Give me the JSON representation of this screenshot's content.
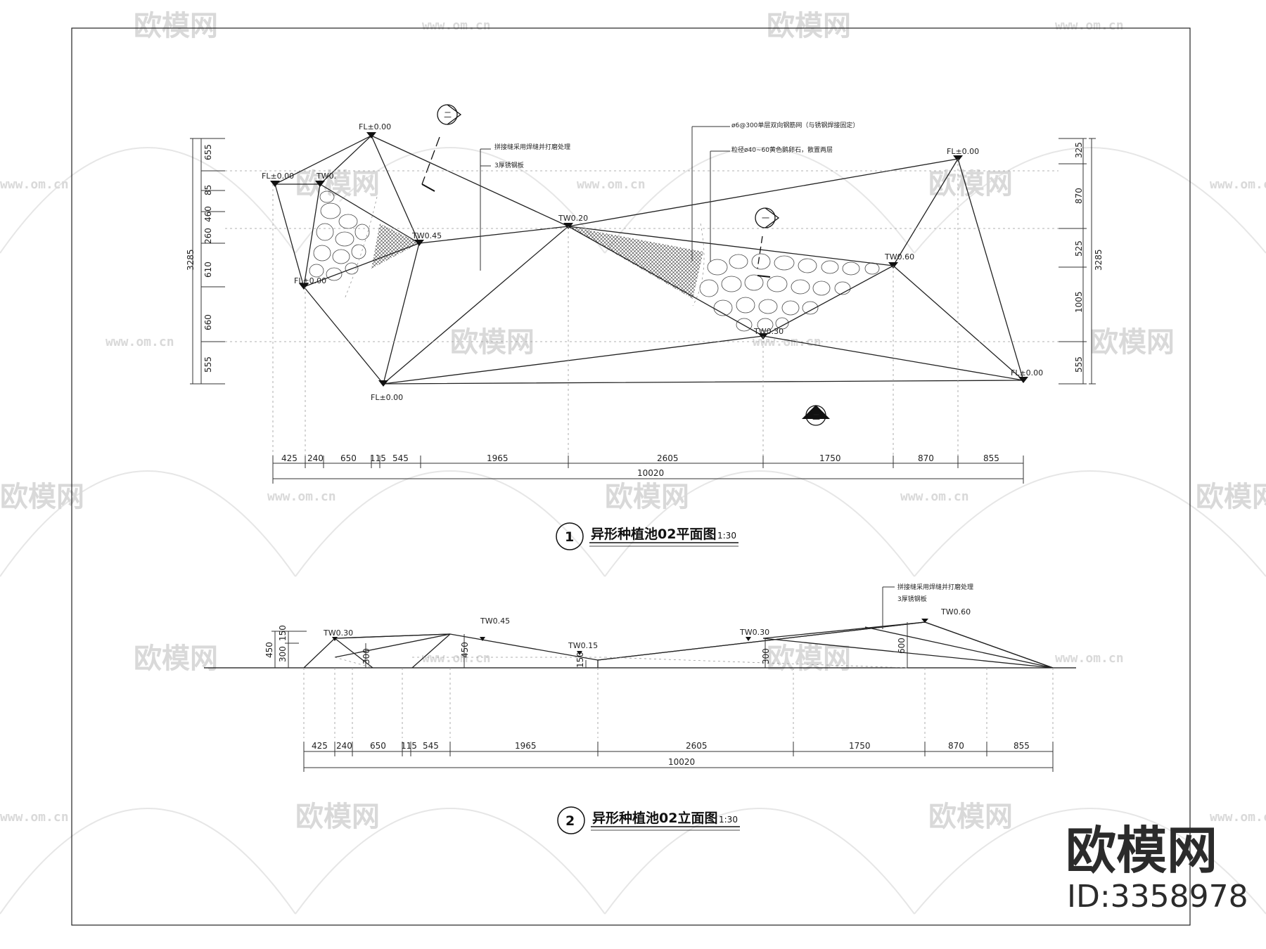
{
  "watermark": {
    "brand": "欧模网",
    "url": "www.om.cn"
  },
  "plan": {
    "level_labels": {
      "fl_top": "FL±0.00",
      "fl_left": "FL±0.00",
      "fl_left2": "FL±0.00",
      "fl_bottom": "FL±0.00",
      "fl_right_top": "FL±0.00",
      "fl_right_bottom": "FL±0.00",
      "two_045": "TW0.45",
      "two_020": "TW0.20",
      "two_060": "TW0.60",
      "two_030": "TW0.30",
      "two_small": "TW0."
    },
    "notes": {
      "left_1": "拼接缝采用焊缝并打磨处理",
      "left_2": "3厚锈钢板",
      "right_1": "ø6@300单层双向钢筋网（与锈钢焊接固定）",
      "right_2": "粒径ø40~60黄色鹅卵石，散置两层"
    },
    "section_tags": {
      "a": "二",
      "b": "一"
    },
    "left_dims": [
      "655",
      "85",
      "460",
      "260",
      "610",
      "660",
      "555"
    ],
    "left_total": "3285",
    "right_dims": [
      "325",
      "870",
      "525",
      "1005",
      "555"
    ],
    "right_total": "3285",
    "bottom_dims": [
      "425",
      "240",
      "650",
      "115",
      "545",
      "1965",
      "2605",
      "1750",
      "870",
      "855"
    ],
    "bottom_total": "10020"
  },
  "elevation": {
    "labels": {
      "two_030a": "TW0.30",
      "two_045": "TW0.45",
      "two_015": "TW0.15",
      "two_030b": "TW0.30",
      "two_060": "TW0.60"
    },
    "notes": {
      "n1": "拼接缝采用焊缝并打磨处理",
      "n2": "3厚锈钢板"
    },
    "height_dims": [
      "450",
      "300",
      "150",
      "300",
      "450",
      "150",
      "300",
      "600"
    ],
    "bottom_dims": [
      "425",
      "240",
      "650",
      "115",
      "545",
      "1965",
      "2605",
      "1750",
      "870",
      "855"
    ],
    "bottom_total": "10020"
  },
  "titles": {
    "plan": {
      "num": "1",
      "text": "异形种植池02平面图",
      "scale": "1:30"
    },
    "elev": {
      "num": "2",
      "text": "异形种植池02立面图",
      "scale": "1:30"
    }
  },
  "brand_block": {
    "name": "欧模网",
    "id": "ID:3358978"
  }
}
